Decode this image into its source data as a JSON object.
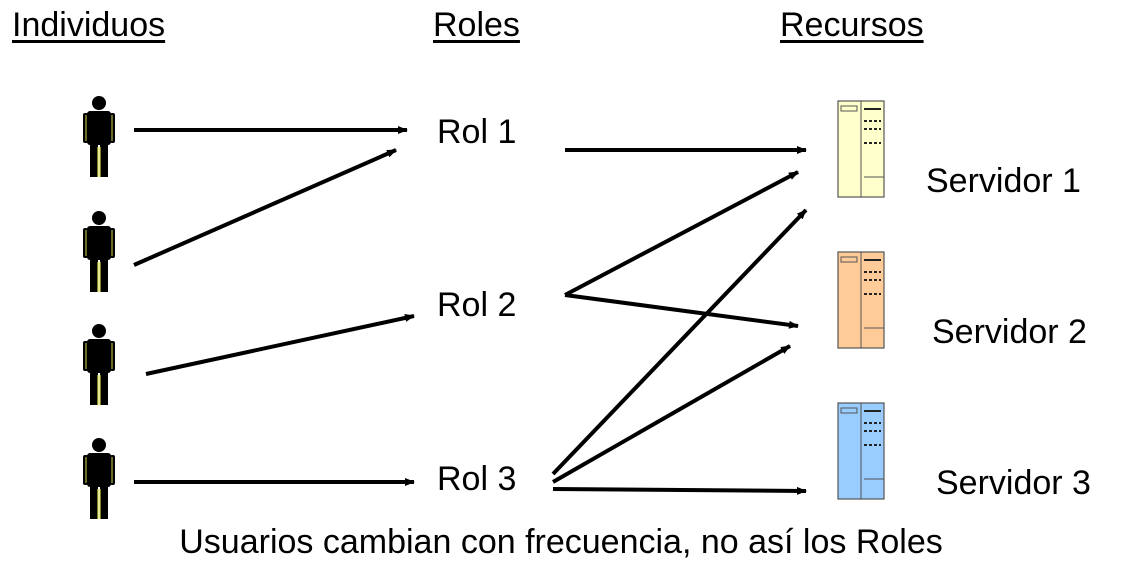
{
  "headers": {
    "individuals": "Individuos",
    "roles": "Roles",
    "resources": "Recursos"
  },
  "roles": [
    "Rol 1",
    "Rol 2",
    "Rol 3"
  ],
  "servers": [
    {
      "label": "Servidor 1",
      "fill": "#ffffcc"
    },
    {
      "label": "Servidor 2",
      "fill": "#ffcc99"
    },
    {
      "label": "Servidor 3",
      "fill": "#99ccff"
    }
  ],
  "caption": "Usuarios cambian con frecuencia, no así los Roles",
  "icons": {
    "person": "person-icon",
    "server": "server-icon"
  },
  "colors": {
    "line": "#000000",
    "person": "#000000",
    "person_highlight": "#d8d84a"
  }
}
